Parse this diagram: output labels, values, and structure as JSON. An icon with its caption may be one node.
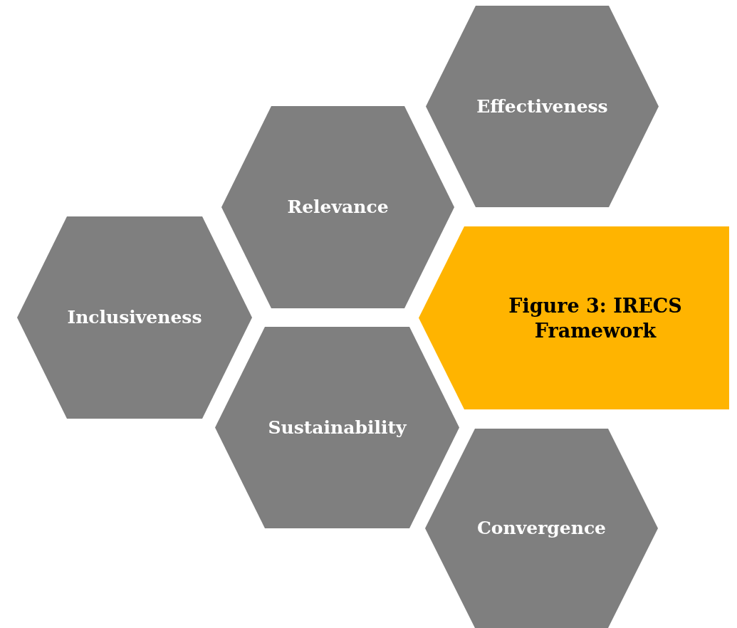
{
  "diagram": {
    "nodes": [
      {
        "text": [
          "Effectiveness"
        ]
      },
      {
        "text": [
          "Relevance"
        ]
      },
      {
        "text": [
          "Inclusiveness"
        ]
      },
      {
        "text": [
          "Figure 3: IRECS Framework"
        ]
      },
      {
        "text": [
          "Sustainability"
        ]
      },
      {
        "text": [
          "Convergence"
        ]
      }
    ]
  }
}
